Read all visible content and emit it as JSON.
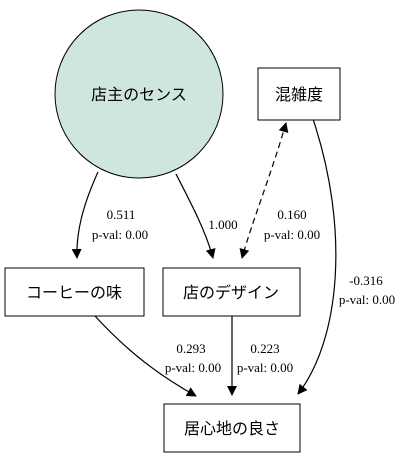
{
  "colors": {
    "latent_fill": "#cfe6df",
    "stroke": "#000000",
    "background": "#ffffff"
  },
  "nodes": {
    "tenshu": "店主のセンス",
    "konzatsu": "混雑度",
    "coffee": "コーヒーの味",
    "design": "店のデザイン",
    "igokochi": "居心地の良さ"
  },
  "edges": {
    "tenshu_coffee": {
      "coef": "0.511",
      "pval": "p-val: 0.00"
    },
    "tenshu_design": {
      "coef": "1.000"
    },
    "konzatsu_design": {
      "coef": "0.160",
      "pval": "p-val: 0.00"
    },
    "konzatsu_igokochi": {
      "coef": "-0.316",
      "pval": "p-val: 0.00"
    },
    "coffee_igokochi": {
      "coef": "0.293",
      "pval": "p-val: 0.00"
    },
    "design_igokochi": {
      "coef": "0.223",
      "pval": "p-val: 0.00"
    }
  }
}
